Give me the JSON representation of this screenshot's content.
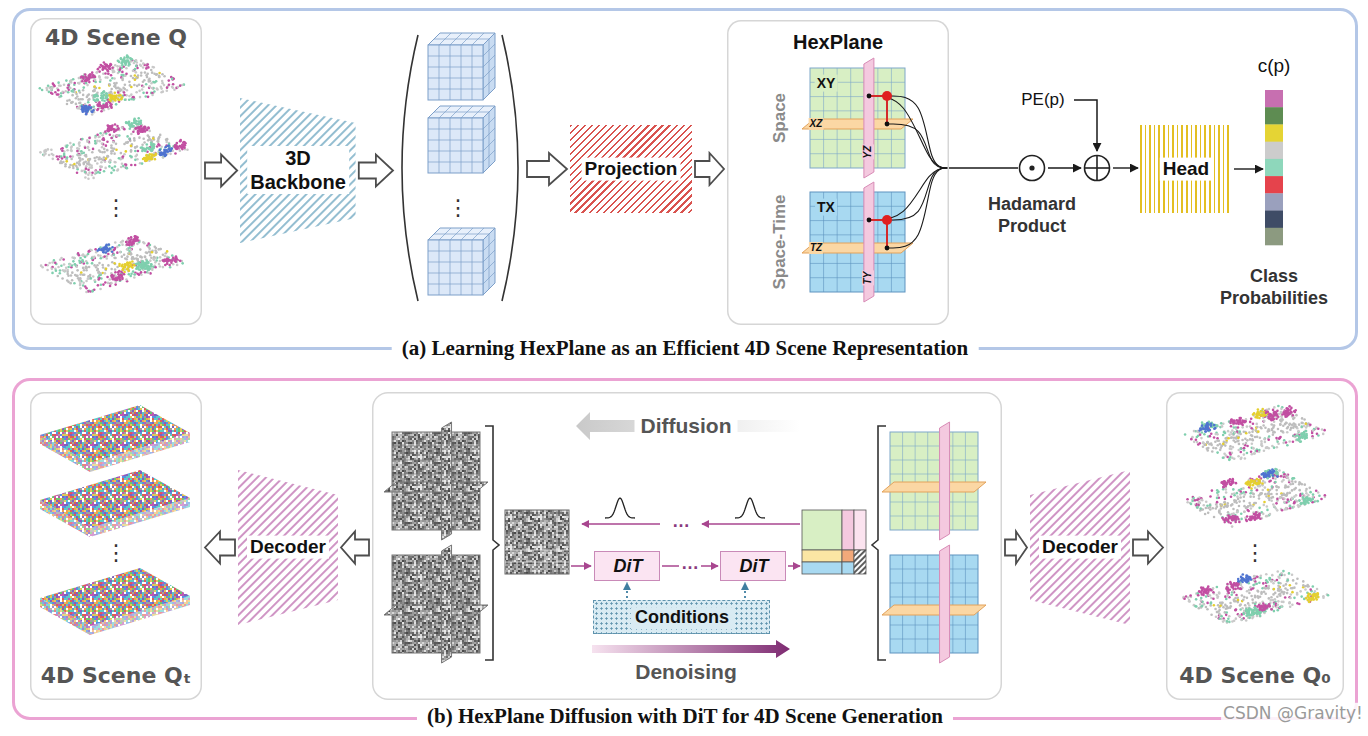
{
  "diagram": {
    "nodes": [
      {
        "text": [
          "(a) Learning HexPlane as an Efficient 4D Scene Representation"
        ]
      },
      {
        "text": [
          "4D Scene Q",
          "⋮"
        ],
        "in": 0
      },
      {
        "text": [
          "3D Backbone"
        ],
        "in": 0
      },
      {
        "text": [
          "⋮"
        ],
        "in": 0
      },
      {
        "text": [
          "Projection"
        ],
        "in": 0
      },
      {
        "text": [
          "HexPlane",
          "Space",
          "Space-Time",
          "XY",
          "XZ",
          "YZ",
          "TX",
          "TZ",
          "TY"
        ],
        "in": 0
      },
      {
        "text": [
          "Hadamard Product"
        ],
        "in": 0
      },
      {
        "text": [
          "PE(p)"
        ],
        "in": 0
      },
      {
        "text": [
          "Head"
        ],
        "in": 0
      },
      {
        "text": [
          "c(p)",
          "Class Probabilities"
        ],
        "in": 0
      },
      {
        "text": [
          "(b) HexPlane Diffusion with DiT for 4D Scene Generation"
        ]
      },
      {
        "text": [
          "4D Scene Qₜ",
          "⋮"
        ],
        "in": 10
      },
      {
        "text": [
          "Decoder"
        ],
        "in": 10
      },
      {
        "text": [
          "Diffusion",
          "Denoising"
        ],
        "in": 10
      },
      {
        "text": [
          "DiT"
        ],
        "in": 13
      },
      {
        "text": [
          "DiT"
        ],
        "in": 13
      },
      {
        "text": [
          "Conditions"
        ],
        "in": 13
      },
      {
        "text": [
          "Decoder"
        ],
        "in": 10
      },
      {
        "text": [
          "4D Scene Q₀",
          "⋮"
        ],
        "in": 10
      }
    ],
    "edges": [
      {
        "from": 1,
        "to": 2,
        "arrow": "to"
      },
      {
        "from": 2,
        "to": 3,
        "arrow": "to"
      },
      {
        "from": 3,
        "to": 4,
        "arrow": "to"
      },
      {
        "from": 4,
        "to": 5,
        "arrow": "to"
      },
      {
        "from": 5,
        "to": 6,
        "arrow": "none"
      },
      {
        "from": 6,
        "to": 7,
        "arrow": "to"
      },
      {
        "from": 7,
        "to": 8,
        "arrow": "to"
      },
      {
        "from": 8,
        "to": 9,
        "arrow": "to"
      },
      {
        "from": 12,
        "to": 11,
        "arrow": "to"
      },
      {
        "from": 13,
        "to": 12,
        "arrow": "to"
      },
      {
        "from": 13,
        "to": 17,
        "arrow": "to"
      },
      {
        "from": 17,
        "to": 18,
        "arrow": "to"
      },
      {
        "from": 16,
        "to": 14,
        "arrow": "to"
      },
      {
        "from": 16,
        "to": 15,
        "arrow": "to"
      },
      {
        "from": 14,
        "to": 15,
        "label": "…",
        "arrow": "to"
      }
    ],
    "labels": [
      "…",
      "CSDN @Gravity!"
    ]
  }
}
